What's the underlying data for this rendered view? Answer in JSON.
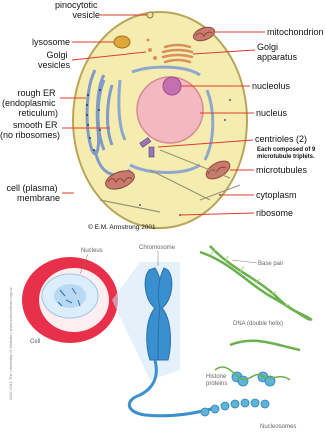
{
  "cell_diagram": {
    "labels_left": {
      "pinocytotic": [
        "pinocytotic",
        "vesicle"
      ],
      "lysosome": "lysosome",
      "golgi_vesicles": [
        "Golgi",
        "vesicles"
      ],
      "rough_er": [
        "rough ER",
        "(endoplasmic",
        "reticulum)"
      ],
      "smooth_er": [
        "smooth ER",
        "(no ribosomes)"
      ],
      "membrane": [
        "cell (plasma)",
        "membrane"
      ]
    },
    "labels_right": {
      "mitochondrion": "mitochondrion",
      "golgi_apparatus": [
        "Golgi",
        "apparatus"
      ],
      "nucleolus": "nucleolus",
      "nucleus": "nucleus",
      "centrioles": "centrioles (2)",
      "centrioles_note": [
        "Each composed of 9",
        "microtubule triplets."
      ],
      "microtubules": "microtubules",
      "cytoplasm": "cytoplasm",
      "ribosome": "ribosome"
    },
    "copyright": "© E.M. Armstrong 2001",
    "colors": {
      "cytoplasm": "#f5ecb0",
      "nucleus": "#f3b8c0",
      "nucleolus": "#c46fb0",
      "label_line": "#e23b2e",
      "er": "#8ea8cf",
      "mitochondrion": "#c97a6c",
      "golgi": "#d9905a",
      "lysosome": "#e0a53a"
    }
  },
  "genetics_diagram": {
    "labels": {
      "nucleus": "Nucleus",
      "chromosome": "Chromosome",
      "base_pair": "Base pair",
      "dna": "DNA (double helix)",
      "histone": [
        "Histone",
        "proteins"
      ],
      "cell": "Cell",
      "nucleosomes": "Nucleosomes"
    },
    "side_credit": "2007-2011 The University of Waikato | www.sciencelearn.org.nz",
    "colors": {
      "cell": "#e8304a",
      "chromosome": "#3a8fcf",
      "dna": "#6ab04c",
      "histone": "#5fb2d8"
    }
  }
}
